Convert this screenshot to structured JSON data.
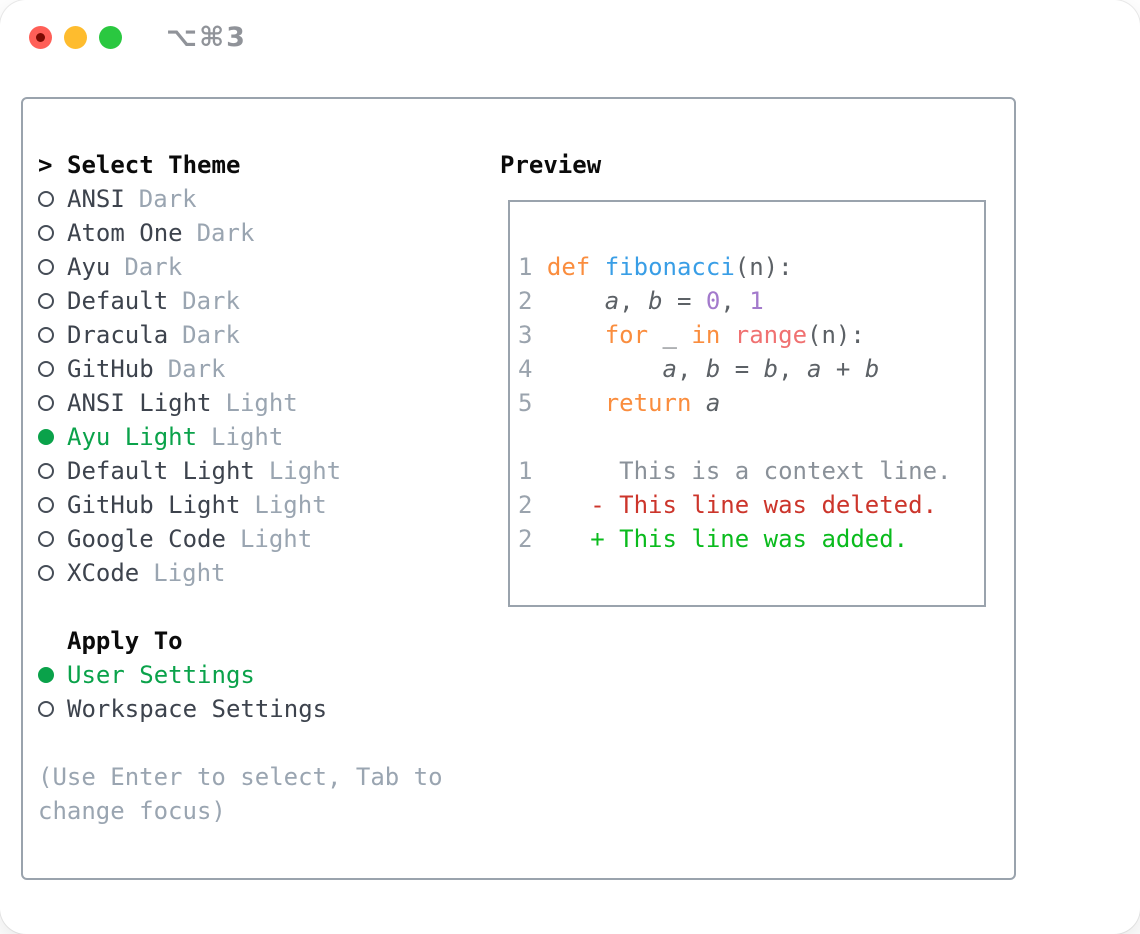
{
  "window": {
    "title_shortcut": "⌥⌘3"
  },
  "theme_panel": {
    "header": {
      "pointer": ">",
      "label": "Select Theme"
    },
    "themes": [
      {
        "name": "ANSI",
        "tag": "Dark",
        "selected": false
      },
      {
        "name": "Atom One",
        "tag": "Dark",
        "selected": false
      },
      {
        "name": "Ayu",
        "tag": "Dark",
        "selected": false
      },
      {
        "name": "Default",
        "tag": "Dark",
        "selected": false
      },
      {
        "name": "Dracula",
        "tag": "Dark",
        "selected": false
      },
      {
        "name": "GitHub",
        "tag": "Dark",
        "selected": false
      },
      {
        "name": "ANSI Light",
        "tag": "Light",
        "selected": false
      },
      {
        "name": "Ayu Light",
        "tag": "Light",
        "selected": true
      },
      {
        "name": "Default Light",
        "tag": "Light",
        "selected": false
      },
      {
        "name": "GitHub Light",
        "tag": "Light",
        "selected": false
      },
      {
        "name": "Google Code",
        "tag": "Light",
        "selected": false
      },
      {
        "name": "XCode",
        "tag": "Light",
        "selected": false
      }
    ],
    "apply_to": {
      "label": "Apply To",
      "options": [
        {
          "name": "User Settings",
          "selected": true
        },
        {
          "name": "Workspace Settings",
          "selected": false
        }
      ]
    },
    "help_line1": "(Use Enter to select, Tab to",
    "help_line2": "change focus)"
  },
  "preview": {
    "label": "Preview",
    "code_lines": [
      [
        [
          "num",
          "1"
        ],
        [
          "pl",
          " "
        ],
        [
          "kw",
          "def"
        ],
        [
          "pl",
          " "
        ],
        [
          "fn",
          "fibonacci"
        ],
        [
          "pl",
          "("
        ],
        [
          "pl",
          "n"
        ],
        [
          "pl",
          "):"
        ]
      ],
      [
        [
          "num",
          "2"
        ],
        [
          "pl",
          "     "
        ],
        [
          "id",
          "a"
        ],
        [
          "pl",
          ", "
        ],
        [
          "id",
          "b"
        ],
        [
          "pl",
          " = "
        ],
        [
          "ct",
          "0"
        ],
        [
          "pl",
          ", "
        ],
        [
          "ct",
          "1"
        ]
      ],
      [
        [
          "num",
          "3"
        ],
        [
          "pl",
          "     "
        ],
        [
          "kw",
          "for"
        ],
        [
          "pl",
          " _ "
        ],
        [
          "kw",
          "in"
        ],
        [
          "pl",
          " "
        ],
        [
          "mk",
          "range"
        ],
        [
          "pl",
          "(n):"
        ]
      ],
      [
        [
          "num",
          "4"
        ],
        [
          "pl",
          "         "
        ],
        [
          "id",
          "a"
        ],
        [
          "pl",
          ", "
        ],
        [
          "id",
          "b"
        ],
        [
          "pl",
          " = "
        ],
        [
          "id",
          "b"
        ],
        [
          "pl",
          ", "
        ],
        [
          "id",
          "a"
        ],
        [
          "pl",
          " + "
        ],
        [
          "id",
          "b"
        ]
      ],
      [
        [
          "num",
          "5"
        ],
        [
          "pl",
          "     "
        ],
        [
          "kw",
          "return"
        ],
        [
          "pl",
          " "
        ],
        [
          "id",
          "a"
        ]
      ],
      [],
      [
        [
          "num",
          "1"
        ],
        [
          "pl",
          "      "
        ],
        [
          "ctx",
          "This is a context line."
        ]
      ],
      [
        [
          "num",
          "2"
        ],
        [
          "pl",
          "    "
        ],
        [
          "del",
          "- This line was deleted."
        ]
      ],
      [
        [
          "num",
          "2"
        ],
        [
          "pl",
          "    "
        ],
        [
          "add",
          "+ This line was added."
        ]
      ]
    ]
  },
  "colors": {
    "border": "#9aa3ad",
    "item": "#3d434d",
    "muted": "#9aa5b1",
    "green": "#0aa24a",
    "num": "#9aa3ad",
    "kw": "#fa8d3e",
    "fn": "#399ee6",
    "mk": "#f07171",
    "ct": "#a37acc",
    "pl": "#5c6166",
    "ctx": "#8a9199",
    "del": "#cc352b",
    "add": "#0abb1d",
    "tl-red": "#ff5f57",
    "tl-red-dot": "#7c0b02",
    "tl-yellow": "#febc2e",
    "tl-green": "#2ac840",
    "title-gray": "#909399"
  }
}
